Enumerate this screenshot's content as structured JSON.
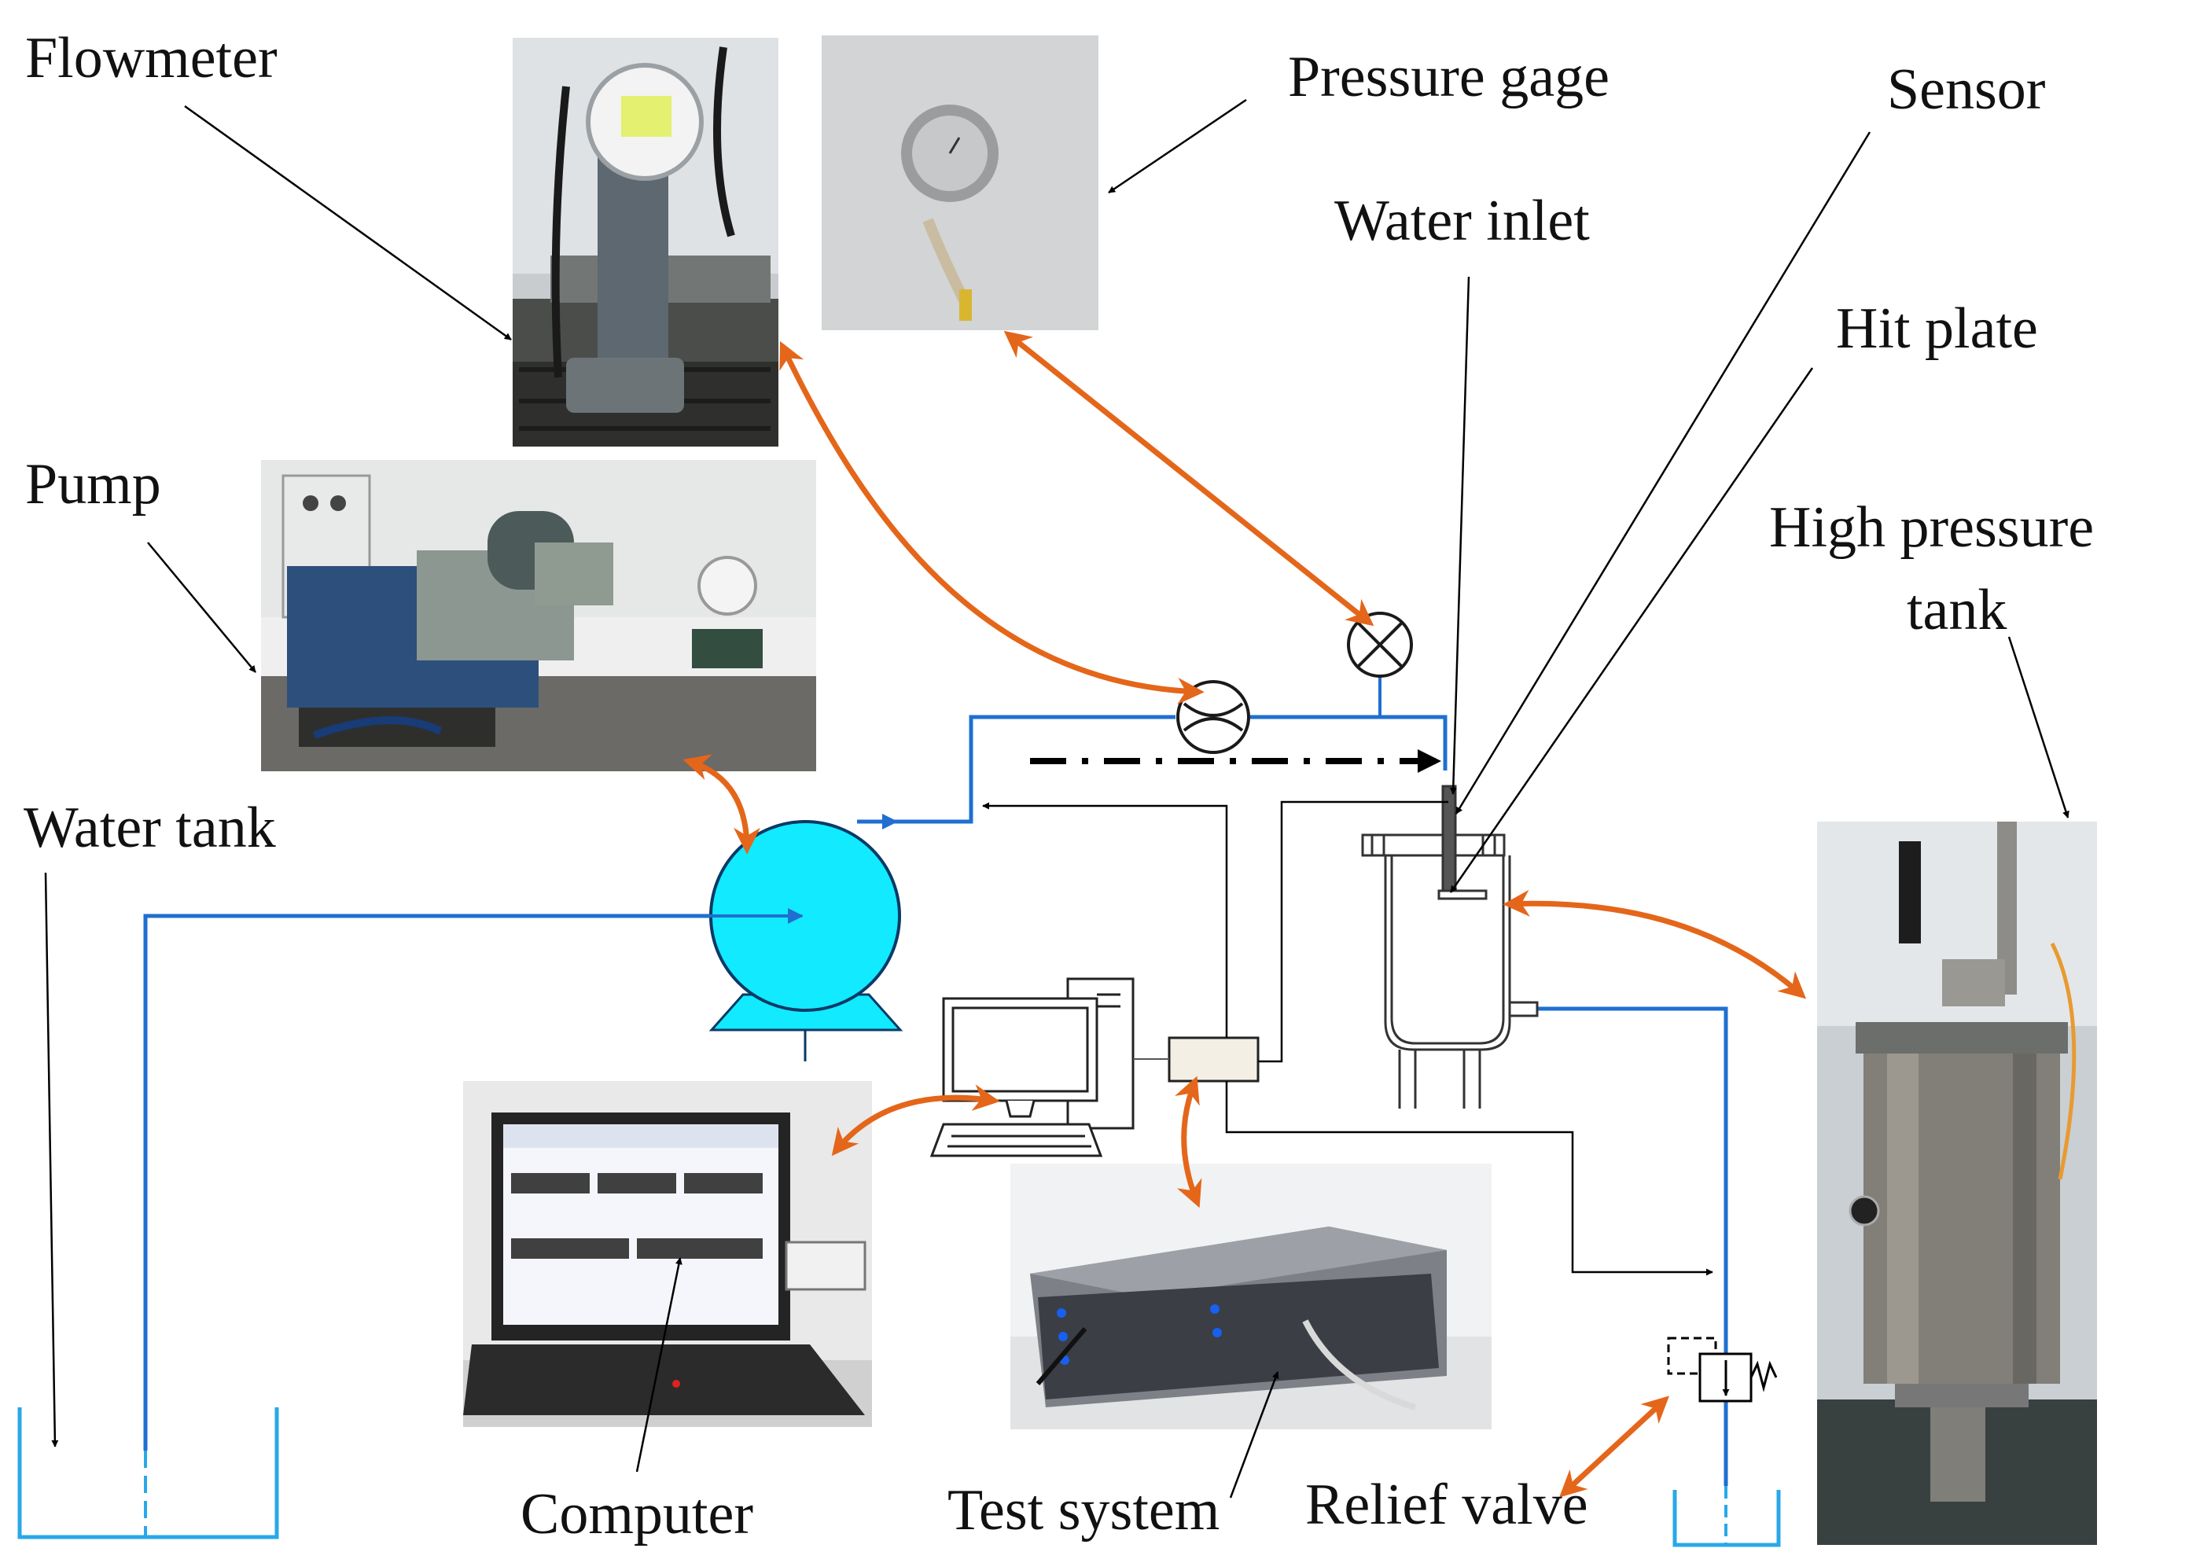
{
  "labels": {
    "flowmeter": "Flowmeter",
    "pressure_gage": "Pressure gage",
    "sensor": "Sensor",
    "water_inlet": "Water inlet",
    "hit_plate": "Hit plate",
    "pump": "Pump",
    "high_pressure_tank_1": "High pressure",
    "high_pressure_tank_2": "tank",
    "water_tank": "Water tank",
    "computer": "Computer",
    "test_system": "Test system",
    "relief_valve": "Relief valve"
  },
  "colors": {
    "pipe": "#1f6fd1",
    "water_tank": "#29a8e8",
    "pump_fill": "#11eaff",
    "link_arrow": "#e4661a",
    "signal_line": "#000000"
  },
  "icons": [
    "pump-icon",
    "flowmeter-symbol-icon",
    "pressure-gage-symbol-icon",
    "relief-valve-symbol-icon",
    "computer-icon",
    "pressure-tank-symbol-icon"
  ]
}
